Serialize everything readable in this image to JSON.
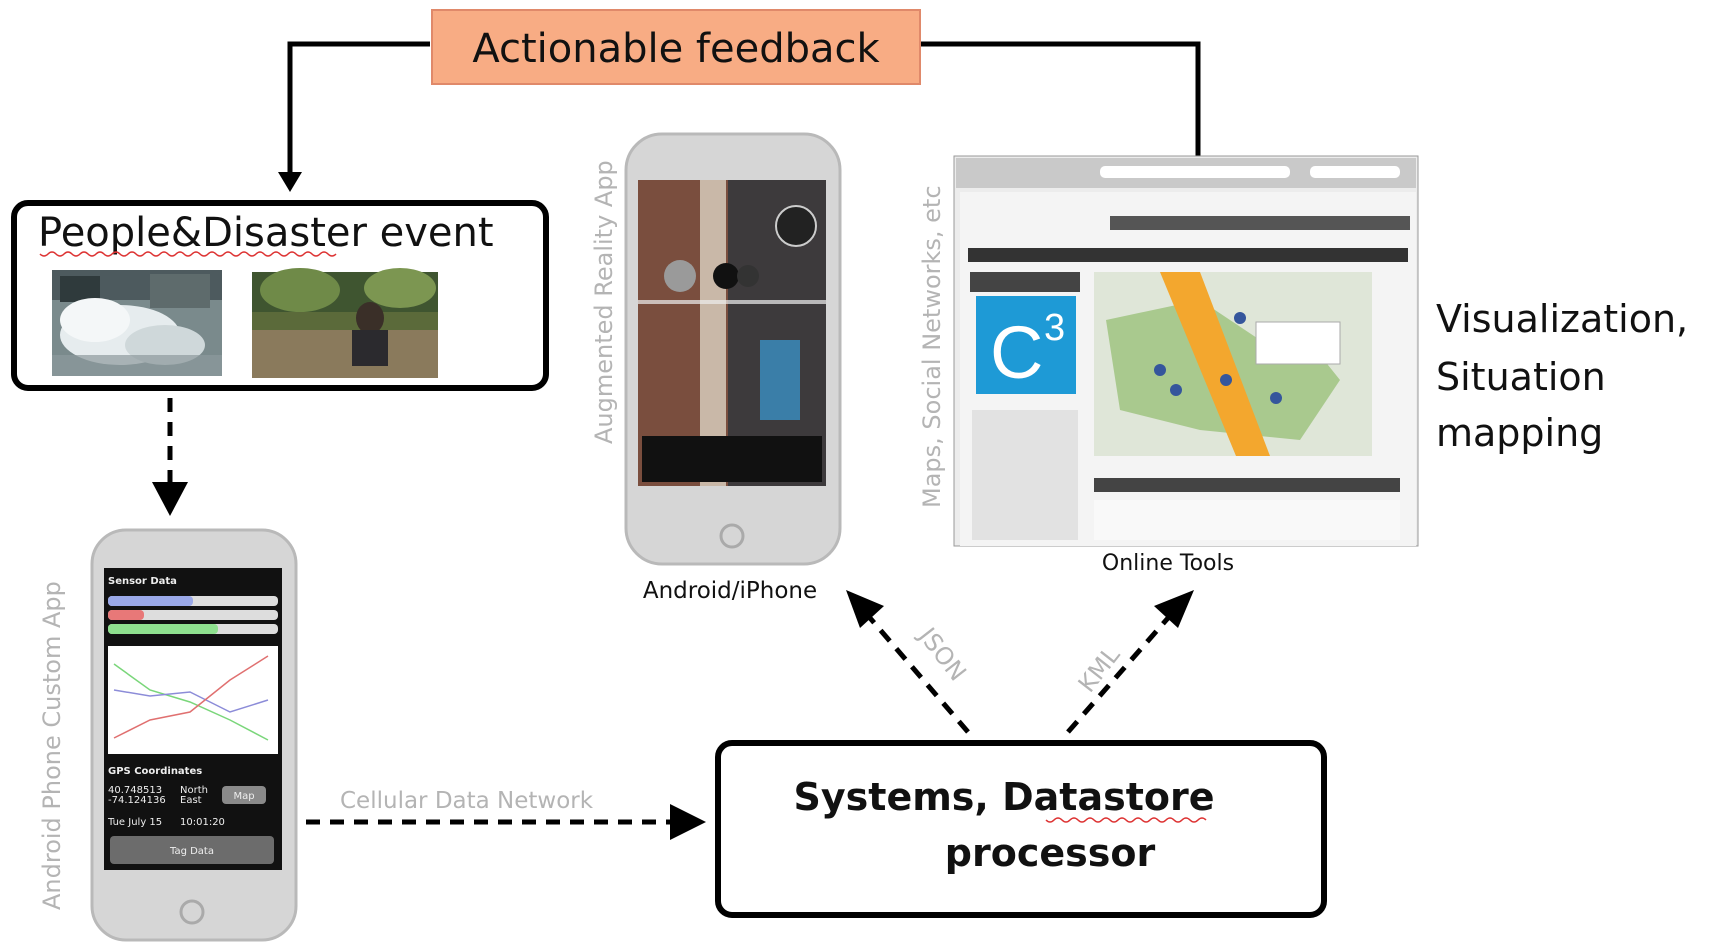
{
  "feedback": {
    "label": "Actionable feedback"
  },
  "people": {
    "title": "People&Disaster event"
  },
  "system": {
    "line1": "Systems, Datastore",
    "line2": "processor"
  },
  "labels": {
    "ar_app": "Augmented Reality App",
    "android_iphone": "Android/iPhone",
    "maps_social": "Maps, Social Networks, etc",
    "online_tools": "Online Tools",
    "visualization": [
      "Visualization,",
      "Situation",
      "mapping"
    ],
    "custom_app": "Android Phone Custom App",
    "cellular": "Cellular Data Network",
    "json": "JSON",
    "kml": "KML"
  },
  "phone_app": {
    "sensor_title": "Sensor Data",
    "gps_title": "GPS Coordinates",
    "coords": [
      "40.748513",
      "-74.124136"
    ],
    "direction": [
      "North",
      "East"
    ],
    "map_button": "Map",
    "date": "Tue July 15",
    "time": "10:01:20",
    "tag_button": "Tag Data"
  },
  "web": {
    "logo": "C",
    "logo_sup": "3"
  },
  "colors": {
    "feedback_fill": "#f8ac84",
    "feedback_stroke": "#e0896a",
    "phone_gray": "#d6d6d6"
  }
}
